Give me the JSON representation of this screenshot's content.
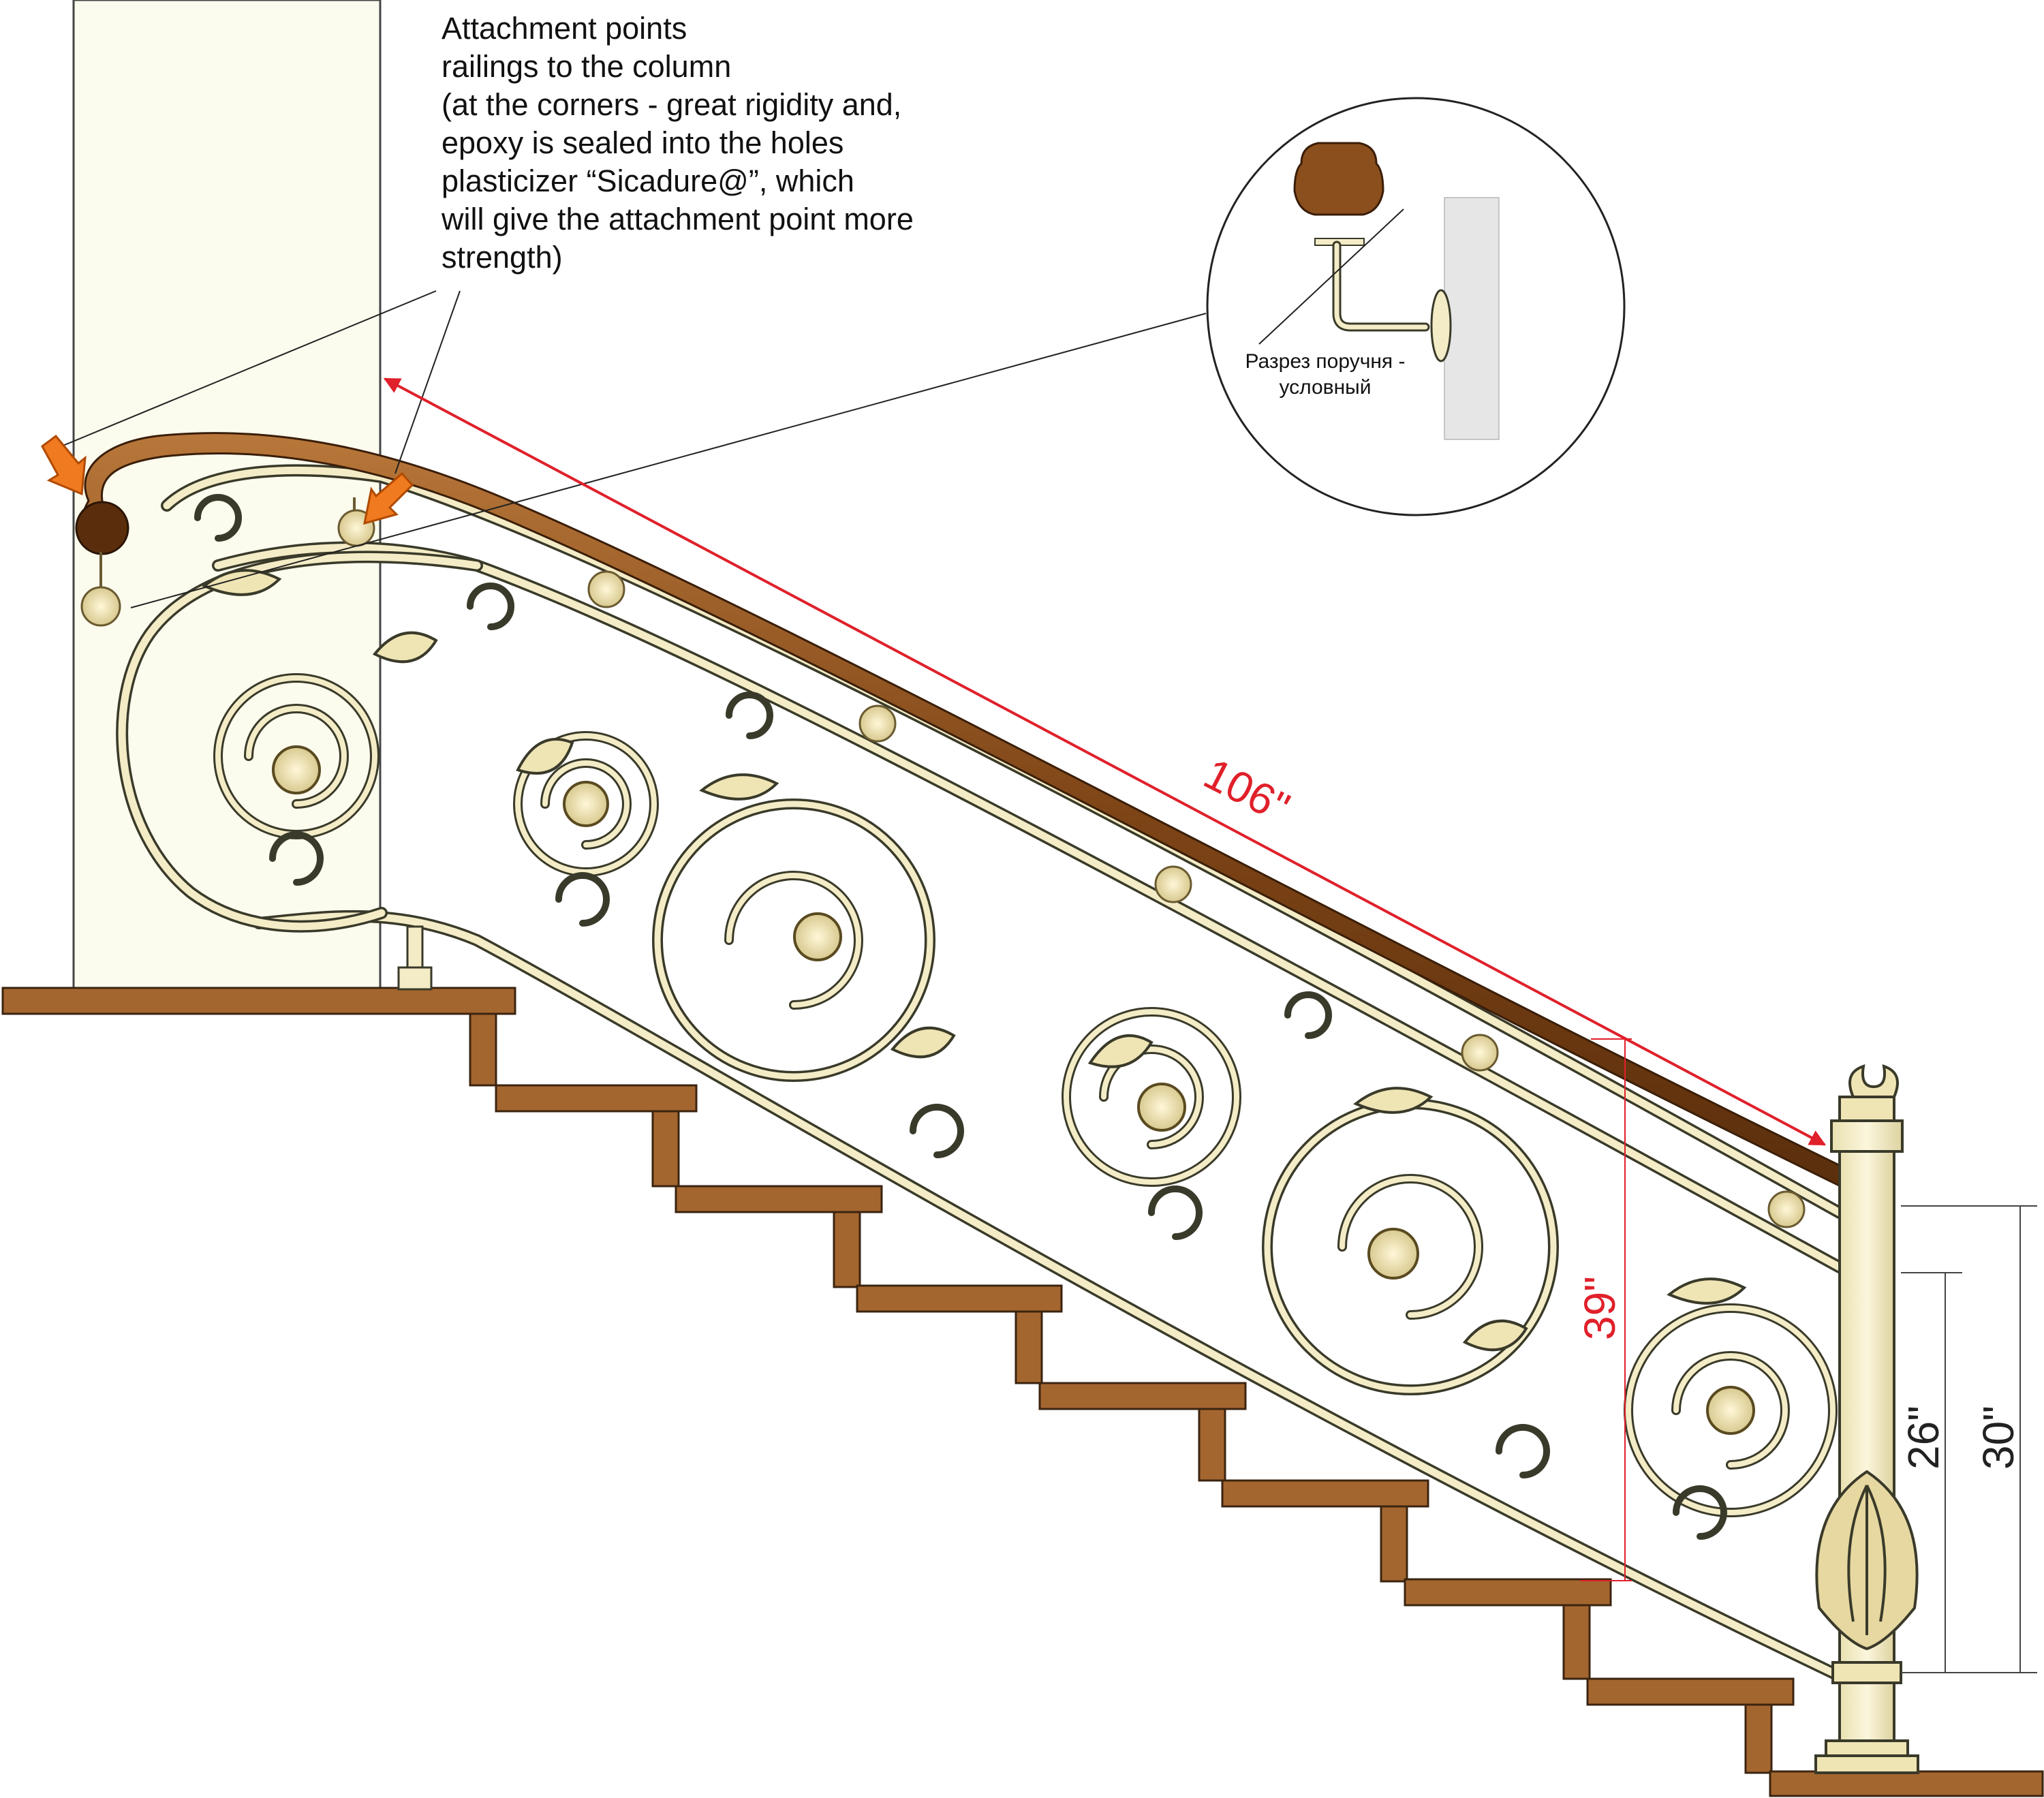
{
  "note": {
    "lines": [
      "Attachment points",
      "railings to the column",
      "(at the corners - great rigidity and,",
      "epoxy is sealed into the holes",
      "plasticizer “Sicadure@”, which",
      "will give the attachment point more",
      "strength)"
    ]
  },
  "detail": {
    "caption_line1": "Разрез поручня -",
    "caption_line2": "условный"
  },
  "dimensions": {
    "rail_length": "106\"",
    "rail_height": "39\"",
    "post_inner": "26\"",
    "post_outer": "30\""
  },
  "colors": {
    "handrail": "#8a4f1d",
    "tread": "#a4662f",
    "iron": "#f3ecc6",
    "outline": "#3a3a2a",
    "column": "#fbfbee",
    "dimension_red": "#e0202a",
    "arrow_orange": "#f07a1f"
  }
}
